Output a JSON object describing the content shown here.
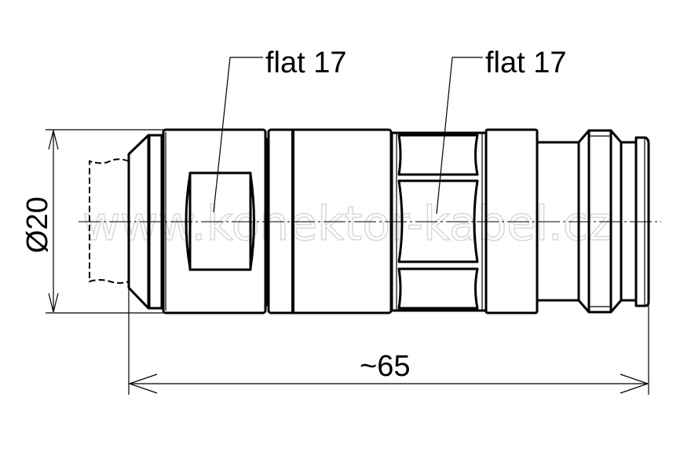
{
  "drawing": {
    "subject": "",
    "labels": {
      "flat_left": "flat 17",
      "flat_right": "flat 17",
      "diameter": "Ø20",
      "length": "~65"
    },
    "watermark": "www.konektor-kabel.cz",
    "colors": {
      "line": "#000000",
      "background": "#ffffff",
      "watermark": "#d8d8d8"
    }
  }
}
